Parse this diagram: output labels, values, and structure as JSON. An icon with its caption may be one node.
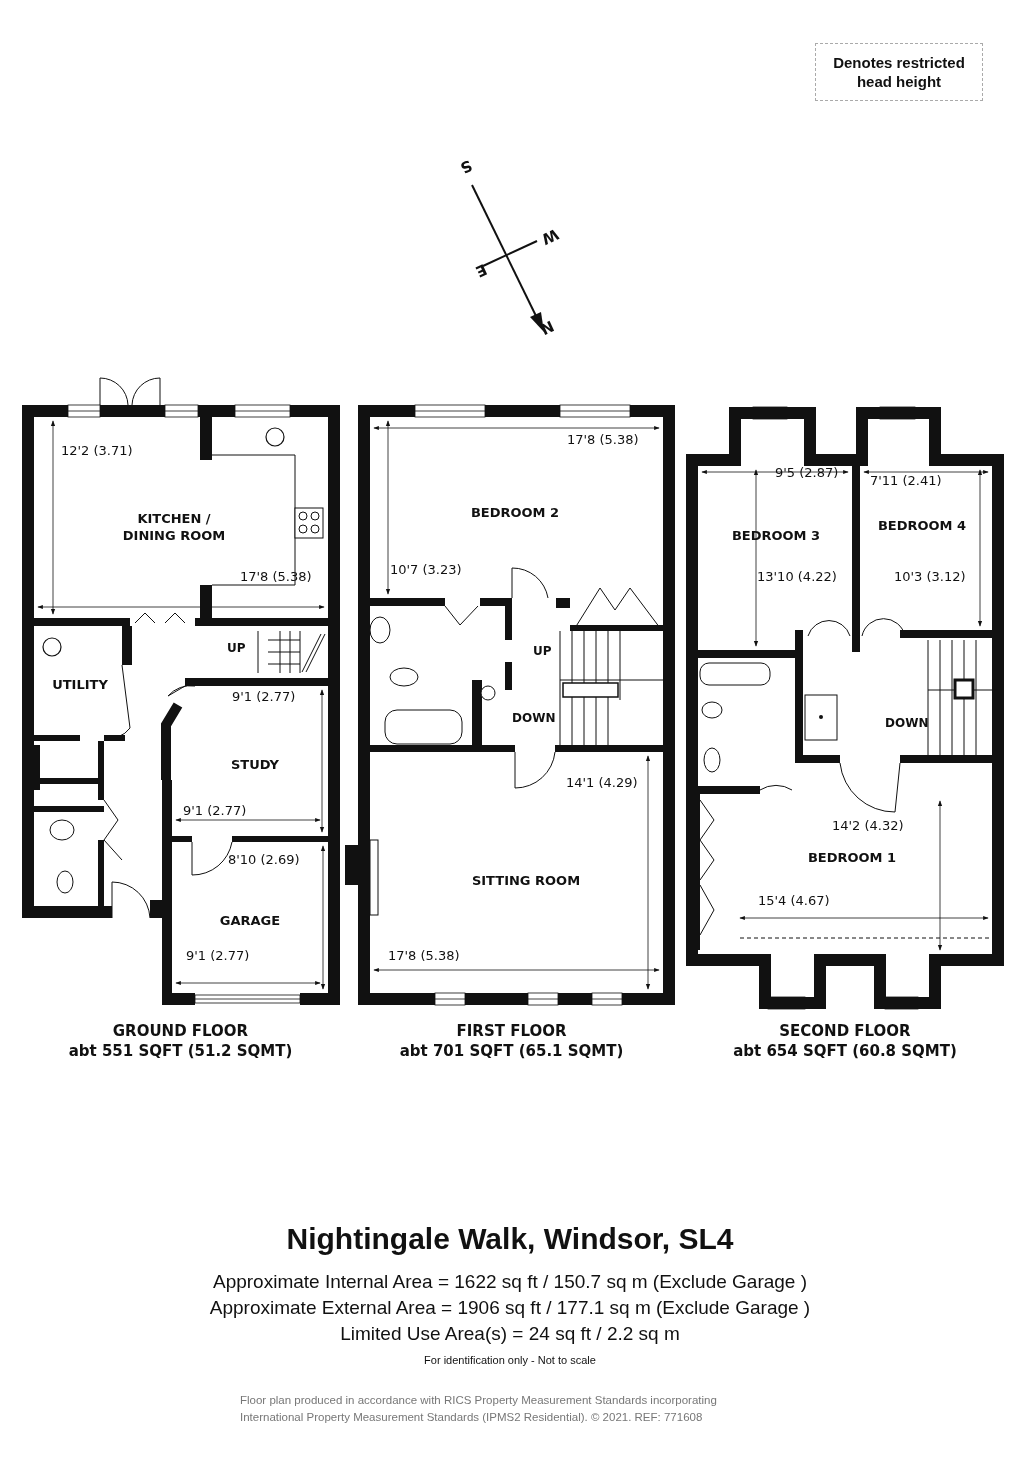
{
  "diagram": {
    "title": "Nightingale Walk, Windsor, SL4",
    "nodes": [
      {
        "text": [
          "GROUND FLOOR",
          "abt 551 SQFT (51.2 SQMT)"
        ]
      },
      {
        "text": [
          "KITCHEN / DINING ROOM"
        ],
        "in": 0
      },
      {
        "text": [
          "UTILITY"
        ],
        "in": 0
      },
      {
        "text": [
          "STUDY"
        ],
        "in": 0
      },
      {
        "text": [
          "GARAGE"
        ],
        "in": 0
      },
      {
        "text": [
          "FIRST FLOOR",
          "abt 701 SQFT (65.1 SQMT)"
        ]
      },
      {
        "text": [
          "BEDROOM 2"
        ],
        "in": 5
      },
      {
        "text": [
          "SITTING ROOM"
        ],
        "in": 5
      },
      {
        "text": [
          "SECOND FLOOR",
          "abt 654 SQFT (60.8 SQMT)"
        ]
      },
      {
        "text": [
          "BEDROOM 3"
        ],
        "in": 8
      },
      {
        "text": [
          "BEDROOM 4"
        ],
        "in": 8
      },
      {
        "text": [
          "BEDROOM 1"
        ],
        "in": 8
      }
    ],
    "labels": [
      "S",
      "W",
      "E",
      "N",
      "12'2 (3.71)",
      "17'8 (5.38)",
      "UP",
      "9'1 (2.77)",
      "9'1 (2.77)",
      "8'10 (2.69)",
      "9'1 (2.77)",
      "17'8 (5.38)",
      "10'7 (3.23)",
      "UP",
      "DOWN",
      "14'1 (4.29)",
      "17'8 (5.38)",
      "9'5 (2.87)",
      "7'11 (2.41)",
      "13'10 (4.22)",
      "10'3 (3.12)",
      "DOWN",
      "14'2 (4.32)",
      "15'4 (4.67)",
      "Approximate Internal Area = 1622 sq ft / 150.7 sq m (Exclude Garage )",
      "Approximate External Area = 1906 sq ft / 177.1 sq m (Exclude Garage )",
      "Limited Use Area(s) = 24 sq ft / 2.2 sq m",
      "For identification only - Not to scale",
      "Floor plan produced in accordance with RICS Property Measurement Standards incorporating International Property Measurement Standards (IPMS2 Residential). © 2021. REF: 771608"
    ],
    "legend": [
      {
        "text": "Denotes restricted head height"
      }
    ]
  }
}
